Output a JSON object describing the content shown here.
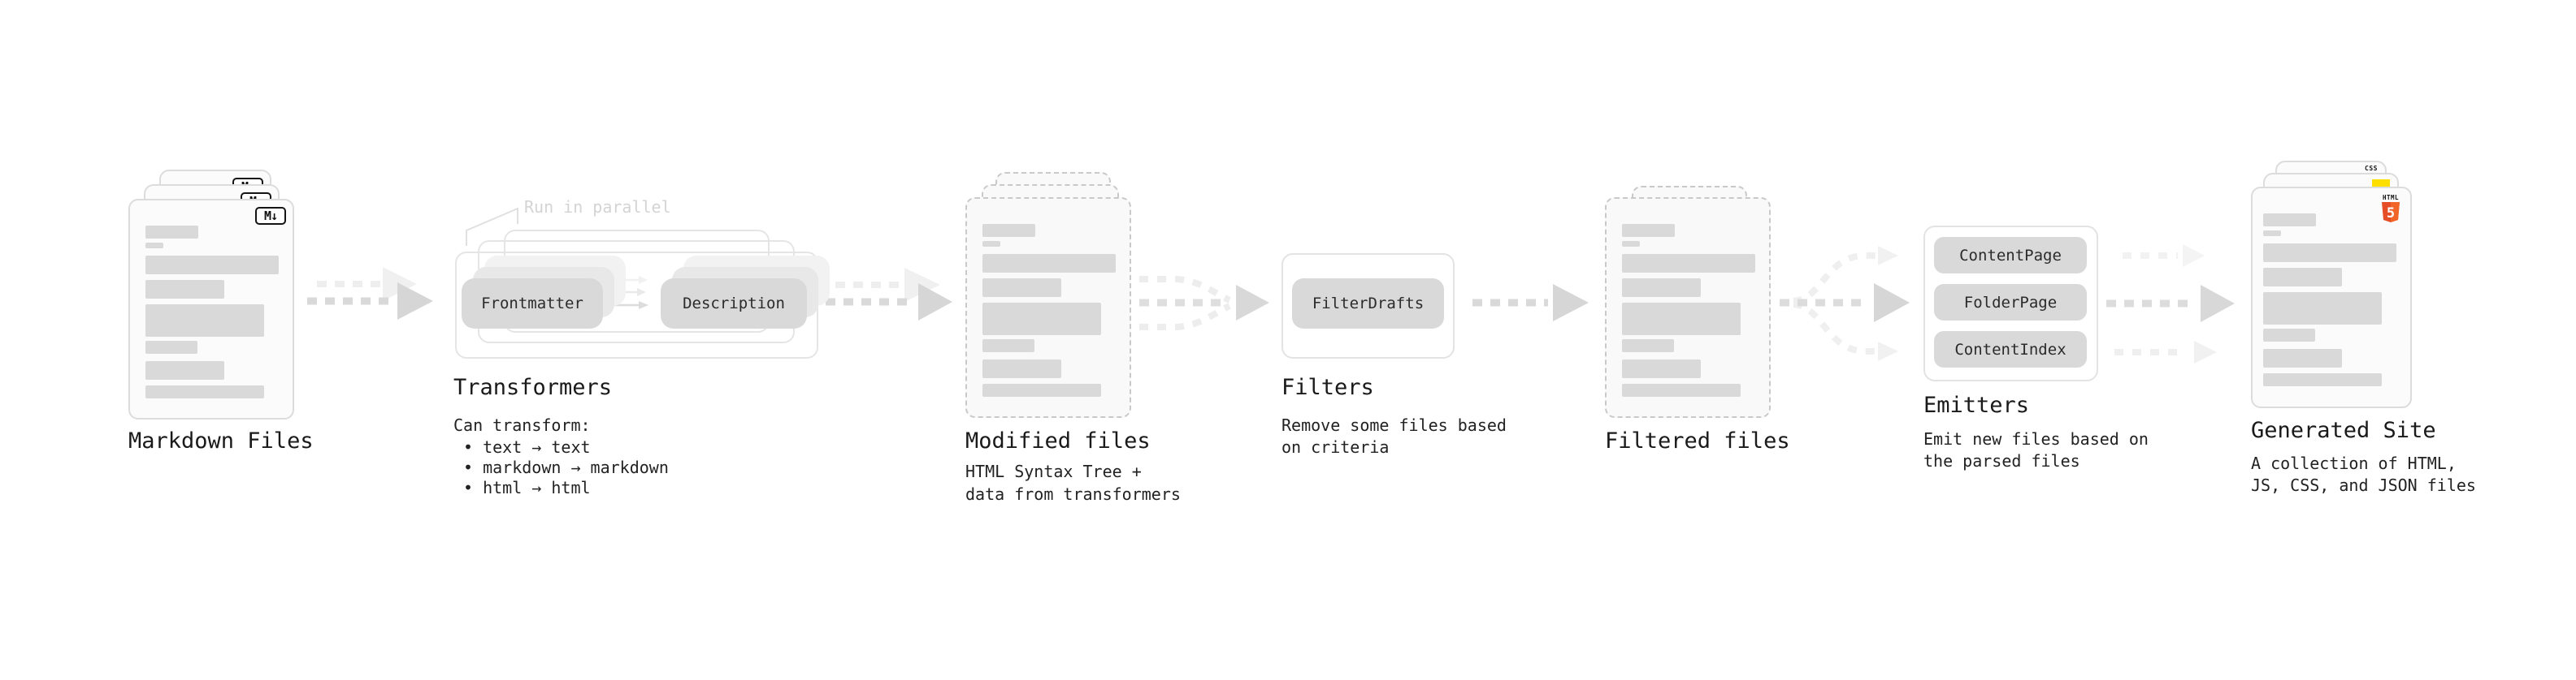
{
  "diagram": {
    "kind": "static-site-generator-pipeline",
    "background": "#ffffff",
    "colors": {
      "text": "#1a1a1a",
      "muted_note": "#d4d4d4",
      "card_border": "#dcdcdc",
      "dashed_border": "#c9c9c9",
      "box_border": "#e5e5e5",
      "bar_fill": "#d9d9d9",
      "pill_fill": "#d9d9d9",
      "arrow_dark": "#d9d9d9",
      "arrow_light": "#efefef",
      "html5_orange": "#e44d26",
      "html5_orange_light": "#f16529",
      "js_yellow": "#ffdf00",
      "css_blue": "#2b5fe3"
    }
  },
  "stages": {
    "markdown_files": {
      "title": "Markdown Files",
      "badge_label": "M↓"
    },
    "transformers": {
      "title": "Transformers",
      "note": "Run in parallel",
      "pill_from": "Frontmatter",
      "pill_to": "Description",
      "desc_heading": "Can transform:",
      "bullet_1": "• text → text",
      "bullet_2": "• markdown → markdown",
      "bullet_3": "• html → html"
    },
    "modified_files": {
      "title": "Modified files",
      "desc_line1": "HTML Syntax Tree +",
      "desc_line2": "data from transformers"
    },
    "filters": {
      "title": "Filters",
      "pill": "FilterDrafts",
      "desc_line1": "Remove some files based",
      "desc_line2": "on criteria"
    },
    "filtered_files": {
      "title": "Filtered files"
    },
    "emitters": {
      "title": "Emitters",
      "pills": [
        "ContentPage",
        "FolderPage",
        "ContentIndex"
      ],
      "desc_line1": "Emit new files based on",
      "desc_line2": "the parsed files"
    },
    "generated_site": {
      "title": "Generated Site",
      "desc_line1": "A collection of HTML,",
      "desc_line2": "JS, CSS, and JSON files",
      "icons": {
        "html5_label": "HTML",
        "html5_number": "5",
        "css_label": "CSS"
      }
    }
  }
}
